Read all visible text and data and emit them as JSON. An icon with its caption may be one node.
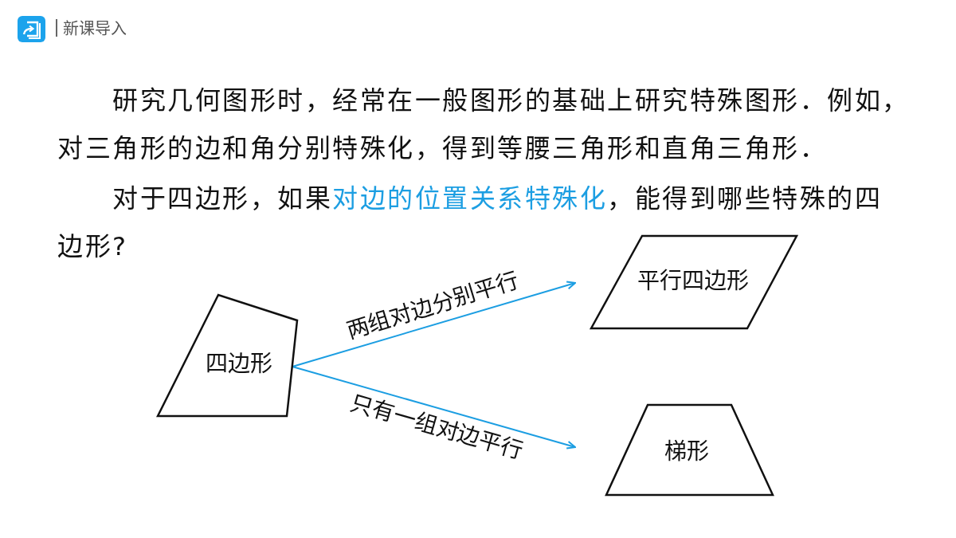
{
  "diagram": {
    "nodes": [
      {
        "text": [
          "四边形"
        ]
      },
      {
        "text": [
          "平行四边形"
        ]
      },
      {
        "text": [
          "梯形"
        ]
      }
    ],
    "edges": [
      {
        "from": 0,
        "to": 1,
        "arrow": "to",
        "label": "两组对边分别平行"
      },
      {
        "from": 0,
        "to": 2,
        "arrow": "to",
        "label": "只有一组对边平行"
      }
    ],
    "labels": [
      "新课导入",
      "研究几何图形时，经常在一般图形的基础上研究特殊图形．例如，对三角形的边和角分别特殊化，得到等腰三角形和直角三角形．",
      "对于四边形，如果**对边的位置关系特殊化**，能得到哪些特殊的四边形?"
    ]
  }
}
